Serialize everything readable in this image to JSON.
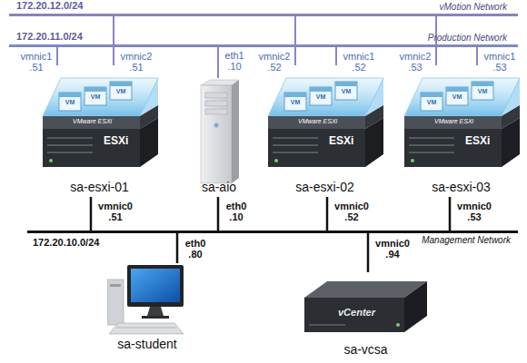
{
  "diagram": {
    "nodes": [
      {
        "text": [
          "172.20.12.0/24",
          "vMotion Network"
        ]
      },
      {
        "text": [
          "172.20.11.0/24",
          "Production Network"
        ]
      },
      {
        "text": [
          "sa-esxi-01"
        ]
      },
      {
        "text": [
          "sa-aio"
        ]
      },
      {
        "text": [
          "sa-esxi-02"
        ]
      },
      {
        "text": [
          "sa-esxi-03"
        ]
      },
      {
        "text": [
          "172.20.10.0/24",
          "Management Network"
        ]
      },
      {
        "text": [
          "sa-student"
        ]
      },
      {
        "text": [
          "sa-vcsa"
        ]
      }
    ],
    "edges": [
      {
        "from": 2,
        "to": 1,
        "label": "vmnic1 .51",
        "arrow": "none"
      },
      {
        "from": 2,
        "to": 0,
        "label": "vmnic2 .51",
        "arrow": "none"
      },
      {
        "from": 3,
        "to": 1,
        "label": "eth1 .10",
        "arrow": "none"
      },
      {
        "from": 4,
        "to": 0,
        "label": "vmnic2 .52",
        "arrow": "none"
      },
      {
        "from": 4,
        "to": 1,
        "label": "vmnic1 .52",
        "arrow": "none"
      },
      {
        "from": 5,
        "to": 0,
        "label": "vmnic2 .53",
        "arrow": "none"
      },
      {
        "from": 5,
        "to": 1,
        "label": "vmnic1 .53",
        "arrow": "none"
      },
      {
        "from": 2,
        "to": 6,
        "label": "vmnic0 .51",
        "arrow": "none"
      },
      {
        "from": 3,
        "to": 6,
        "label": "eth0 .10",
        "arrow": "none"
      },
      {
        "from": 4,
        "to": 6,
        "label": "vmnic0 .52",
        "arrow": "none"
      },
      {
        "from": 5,
        "to": 6,
        "label": "vmnic0 .53",
        "arrow": "none"
      },
      {
        "from": 7,
        "to": 6,
        "label": "eth0 .80",
        "arrow": "none"
      },
      {
        "from": 8,
        "to": 6,
        "label": "vmnic0 .94",
        "arrow": "none"
      }
    ],
    "labels": [
      "VM",
      "VM",
      "VM",
      "VMware ESXi",
      "ESXi",
      "VM",
      "VM",
      "VM",
      "VMware ESXi",
      "ESXi",
      "VM",
      "VM",
      "VM",
      "VMware ESXi",
      "ESXi",
      "vCenter"
    ]
  }
}
